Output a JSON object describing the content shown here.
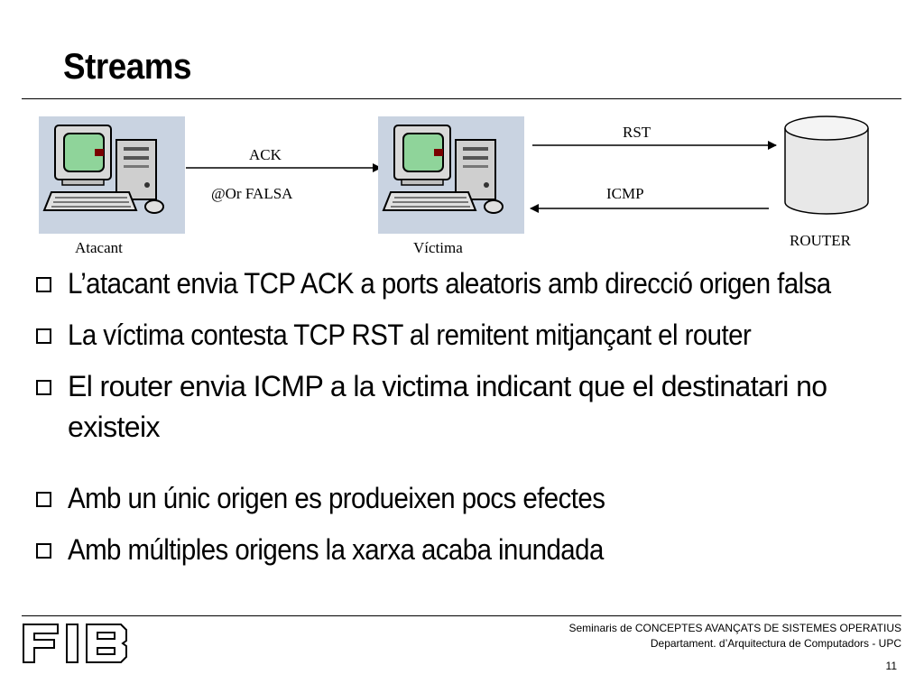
{
  "slide": {
    "title": "Streams",
    "page_number": "11"
  },
  "diagram": {
    "nodes": {
      "attacker": "Atacant",
      "victim": "Víctima",
      "router": "ROUTER"
    },
    "edges": {
      "ack": "ACK",
      "spoof": "@Or FALSA",
      "rst": "RST",
      "icmp": "ICMP"
    }
  },
  "bullets": [
    "L’atacant envia TCP ACK a ports aleatoris amb direcció origen falsa",
    "La víctima contesta TCP RST al remitent mitjançant el router",
    "El router envia ICMP a la victima indicant que el destinatari no existeix",
    "Amb un únic origen es produeixen pocs efectes",
    "Amb múltiples origens la xarxa acaba inundada"
  ],
  "footer": {
    "logo": "FIB",
    "line1": "Seminaris de CONCEPTES AVANÇATS DE SISTEMES OPERATIUS",
    "line2": "Departament.  d’Arquitectura de Computadors - UPC"
  },
  "colors": {
    "panel": "#c9d3e1",
    "screen": "#8fd49a",
    "case": "#cfcfcf"
  }
}
